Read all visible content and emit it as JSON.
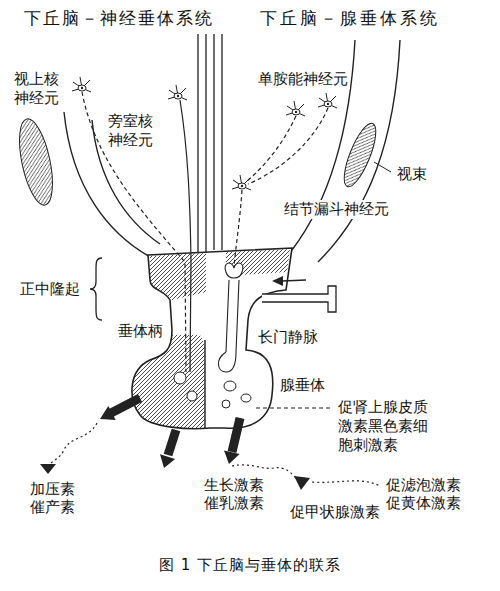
{
  "diagram": {
    "caption": "图 1 下丘脑与垂体的联系",
    "labels": [
      "下丘脑－神经垂体系统",
      "下丘脑－腺垂体系统",
      "视上核 神经元",
      "旁室核 神经元",
      "单胺能神经元",
      "视束",
      "结节漏斗神经元",
      "正中隆起",
      "垂体柄",
      "长门静脉",
      "腺垂体",
      "促肾上腺皮质 激素黑色素细 胞刺激素",
      "加压素 催产素",
      "生长激素 催乳激素",
      "促甲状腺激素",
      "促滤泡激素 促黄体激素"
    ]
  }
}
